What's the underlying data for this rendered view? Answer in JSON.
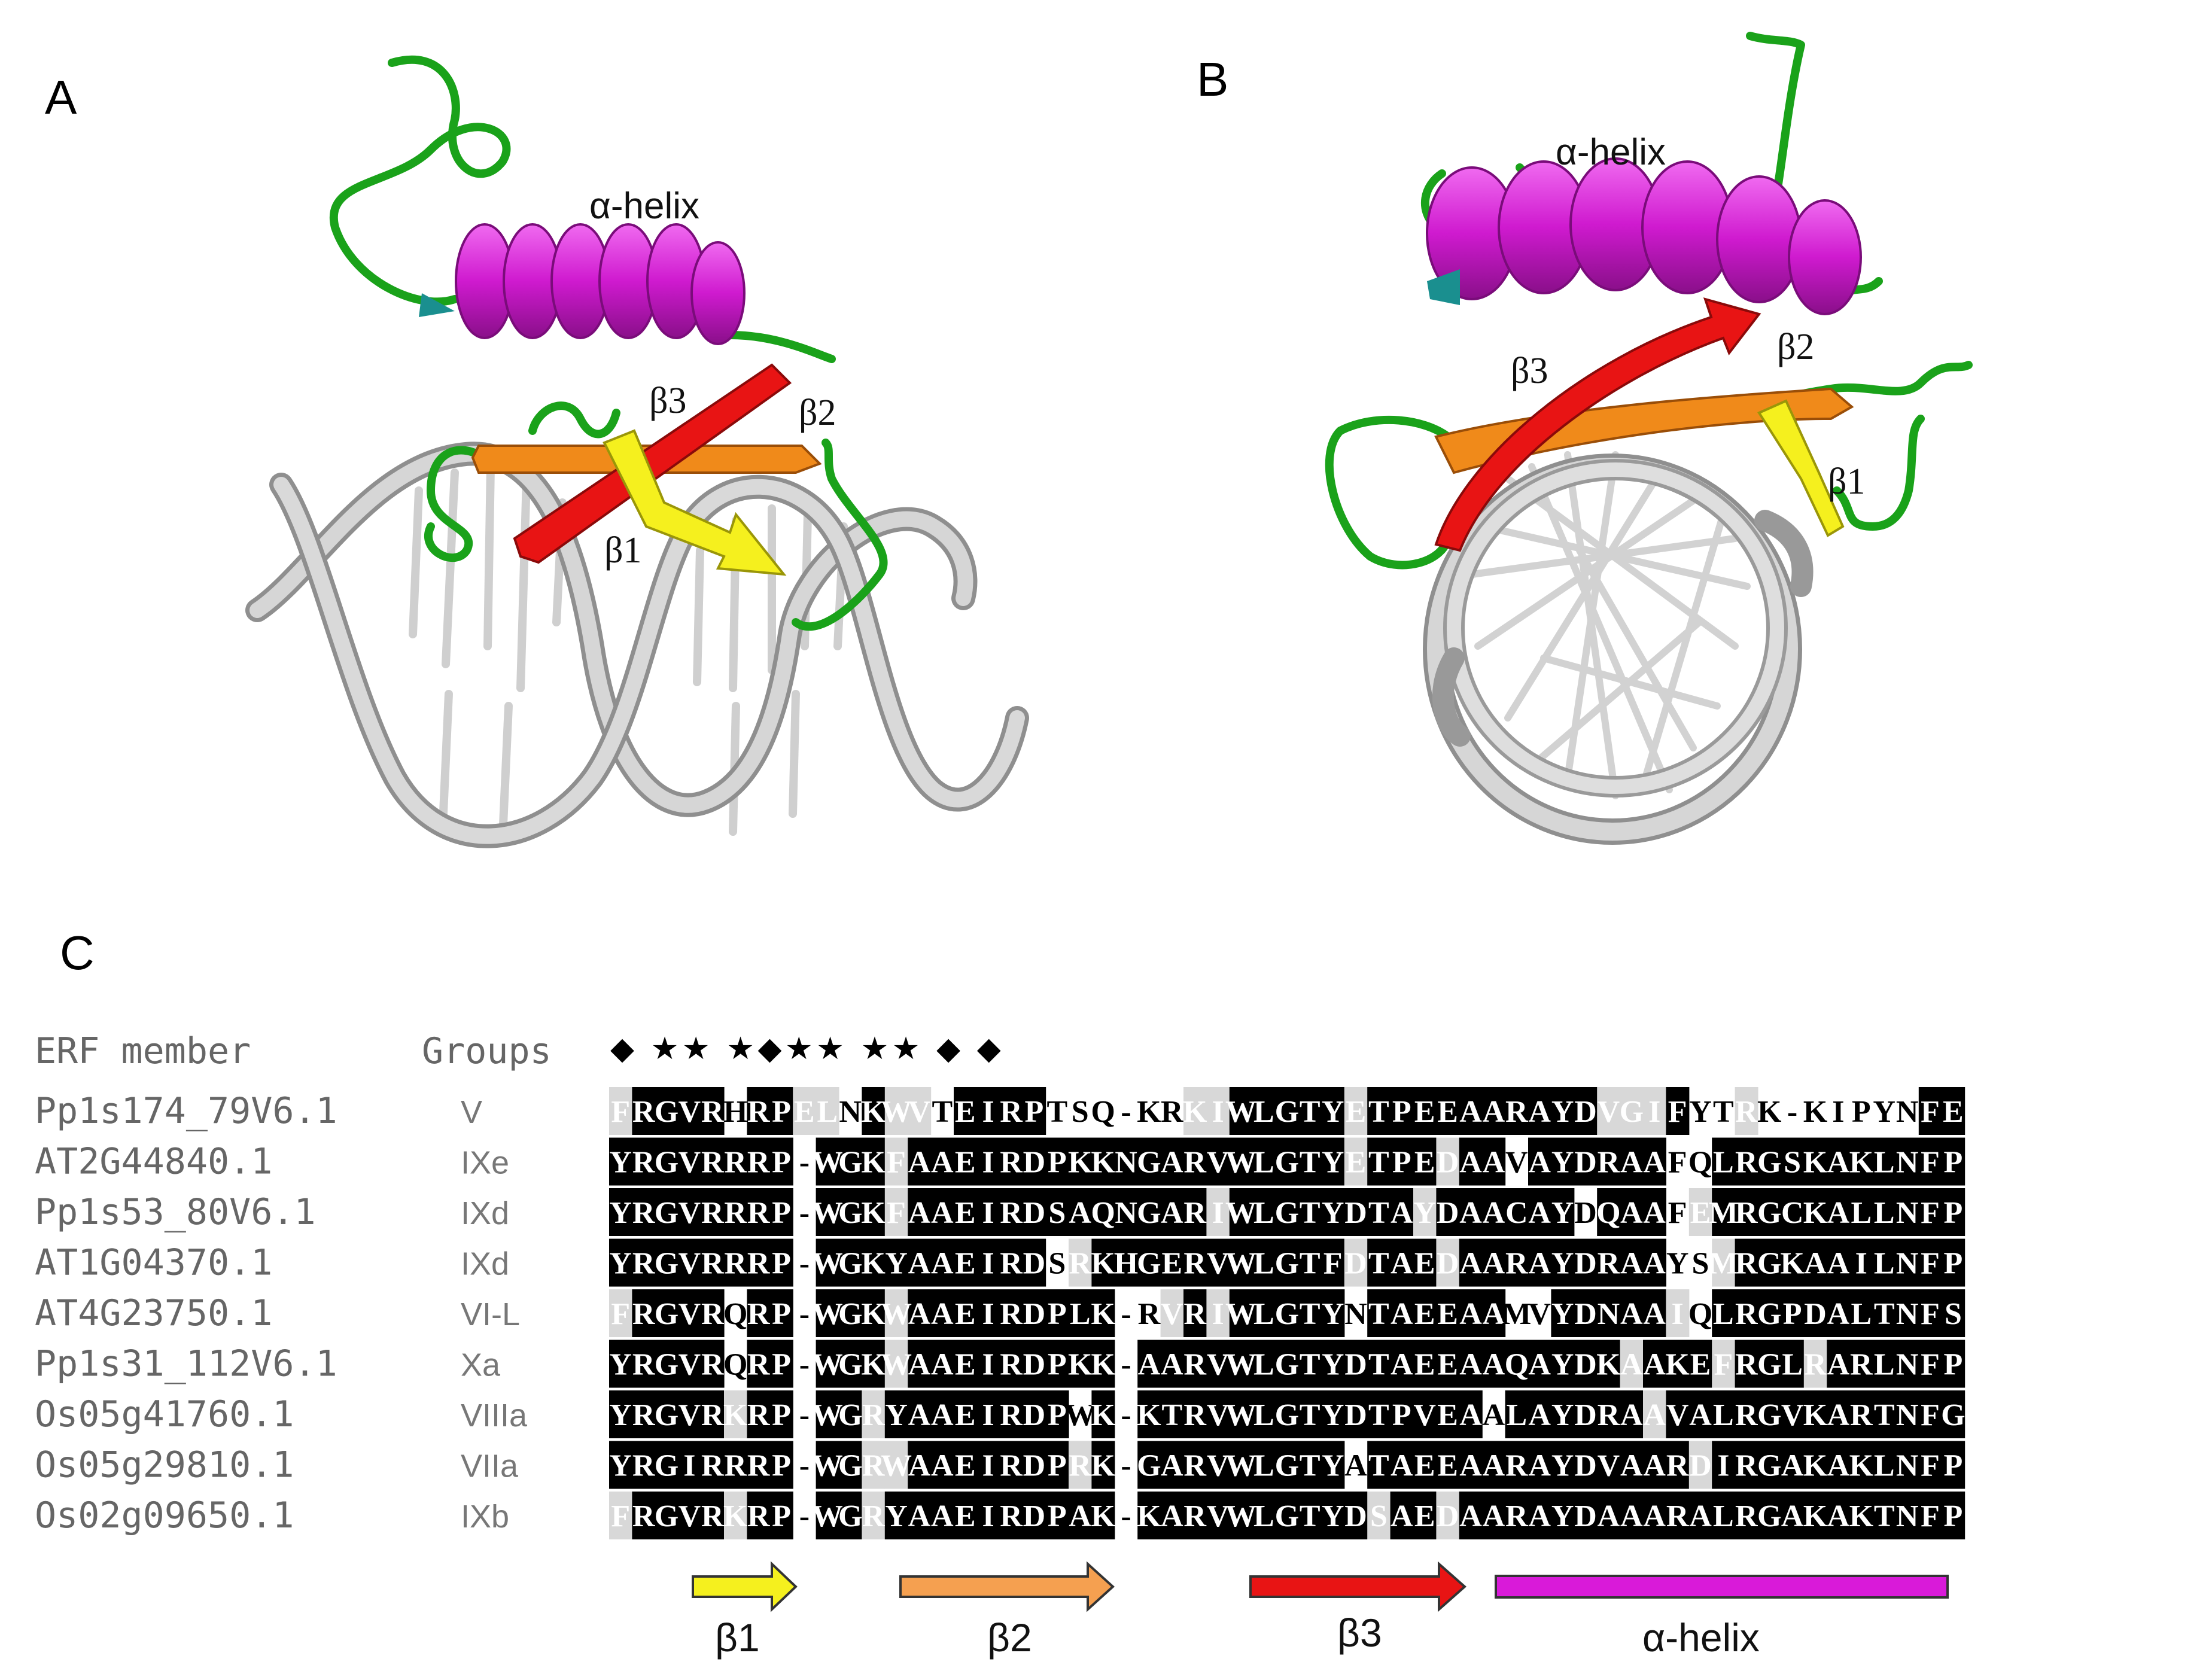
{
  "panels": {
    "a": "A",
    "b": "B",
    "c": "C"
  },
  "structure_a": {
    "helix": "α-helix",
    "beta1": "β1",
    "beta2": "β2",
    "beta3": "β3"
  },
  "structure_b": {
    "helix": "α-helix",
    "beta1": "β1",
    "beta2": "β2",
    "beta3": "β3"
  },
  "colors": {
    "helix": "#d91ad9",
    "beta1": "#f5f01e",
    "beta2": "#f08a1a",
    "beta3": "#e81414",
    "loop": "#1aa21a",
    "dna": "#bdbdbd",
    "conserved": "#000000",
    "similar": "#d8d8d8"
  },
  "alignment": {
    "header_member": "ERF member",
    "header_groups": "Groups",
    "markers": "◆ ★★ ★◆★★ ★★ ◆ ◆ ",
    "rows": [
      {
        "member": "Pp1s174_79V6.1",
        "group": "V",
        "seq": "FRGVRHRPELNKWVTEIRPTSQ-KRKIWLGTYETPEEAARAYDVGIFYTRK-KIPYNFE",
        "shade": "SCCCCNCCGSNCGGNCCCCNNN-NNSSCCCCCSCCCCCCCCCCGSSCNNSN-NNNNNCC"
      },
      {
        "member": "AT2G44840.1",
        "group": "IXe",
        "seq": "YRGVRRRP-WGKFAAEIRDPKKNGARVWLGTYETPEDAAVAYDRAAFQLRGSKAKLNFP",
        "shade": "CCCCCCCC-CCCSCCCCCCCCCCCCCCCCCCCSCCCSCCNCCCCCCNNCCCCCCCCCCC"
      },
      {
        "member": "Pp1s53_80V6.1",
        "group": "IXd",
        "seq": "YRGVRRRP-WGKFAAEIRDSAQNGARIWLGTYDTAYDAACAYDQAAFEMRGCKALLNFP",
        "shade": "CCCCCCCC-CCCSCCCCCCCCCCCCCSCCCCCCCCSCCCCCCNCCCNSCCCCCCCCCCC"
      },
      {
        "member": "AT1G04370.1",
        "group": "IXd",
        "seq": "YRGVRRRP-WGKYAAEIRDSRKHGERVWLGTFDTAEDAARAYDRAAYSMRGKAAILNFP",
        "shade": "CCCCCCCC-CCCCCCCCCCNSCCCCCCCCCCCSCCCSCCCCCCCCCNNSCCCCCCCCCCC"
      },
      {
        "member": "AT4G23750.1",
        "group": "VI-L",
        "seq": "FRGVRQRP-WGKWAAEIRDPLK-RVRIWLGTYNTAEEAAMVYDNAAIQLRGPDALTNFS",
        "shade": "SCCCCNCC-CCCGCCCCCCCCC-NSCSCCCCCNCCCCCCNNCCCCCSNCCCCCCCCCCC"
      },
      {
        "member": "Pp1s31_112V6.1",
        "group": "Xa",
        "seq": "YRGVRQRP-WGKWAAEIRDPKK-AARVWLGTYDTAEEAAQAYDKAAKEFRGLRARLNFP",
        "shade": "CCCCCNCC-CCCGCCCCCCCCC-CCCCCCCCCCCCCCCCCCCCCSCCCSCCCSCCCCCC"
      },
      {
        "member": "Os05g41760.1",
        "group": "VIIIa",
        "seq": "YRGVRKRP-WGRYAAEIRDPWK-KTRVWLGTYDTPVEAALAYDRAAVALRGVKARTNFG",
        "shade": "CCCCCSCC-CCSCCCCCCCCNC-CCCCCCCCCCCCCCCNCCCCCCSCCCCCCCCCCCCC"
      },
      {
        "member": "Os05g29810.1",
        "group": "VIIa",
        "seq": "YRGIRRRP-WGRWAAEIRDPRK-GARVWLGTYATAEEAARAYDVAARDIRGAKAKLNFP",
        "shade": "CCCCCCCC-CCSGCCCCCCCSC-CCCCCCCCCNCCCCCCCCCCCCCCSCCCCCCCCCCC"
      },
      {
        "member": "Os02g09650.1",
        "group": "IXb",
        "seq": "FRGVRKRP-WGRYAAEIRDPAK-KARVWLGTYDSAEDAARAYDAAARALRGAKAKTNFP",
        "shade": "SCCCCSCC-CCSCCCCCCCCCC-CCCCCCCCCCSCCSCCCCCCCCCCCCCCCCCCCCCCC"
      }
    ]
  },
  "legend": {
    "beta1": "β1",
    "beta2": "β2",
    "beta3": "β3",
    "helix": "α-helix"
  }
}
